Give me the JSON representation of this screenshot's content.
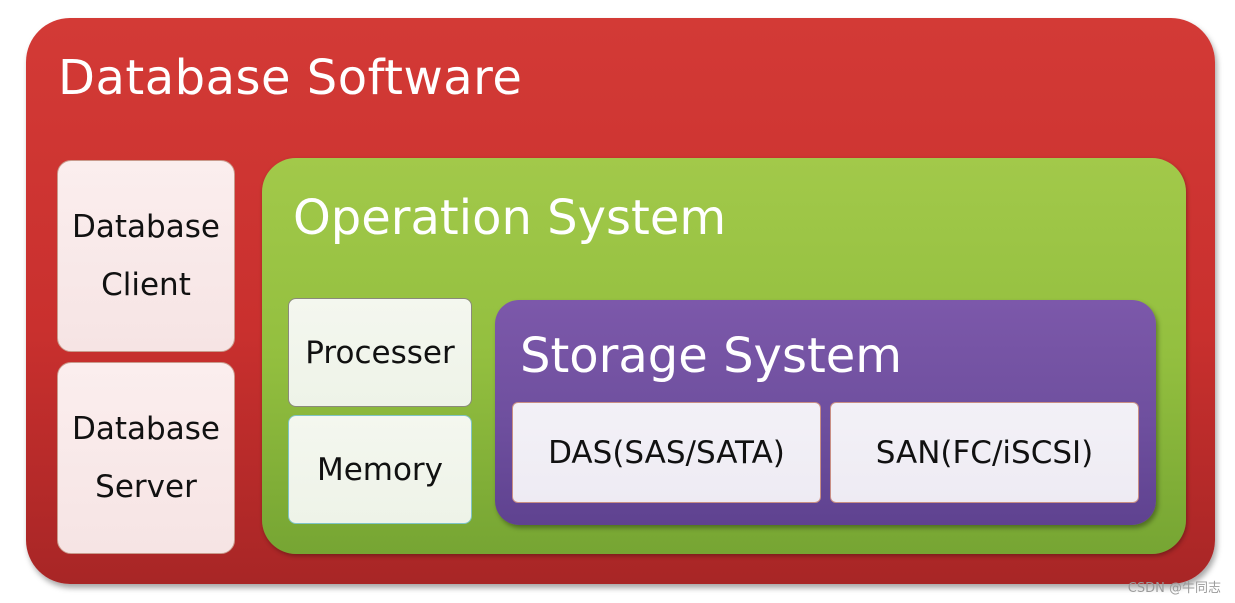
{
  "database_software": {
    "title": "Database Software",
    "client": [
      "Database",
      "Client"
    ],
    "server": [
      "Database",
      "Server"
    ]
  },
  "operation_system": {
    "title": "Operation System",
    "processer": "Processer",
    "memory": "Memory"
  },
  "storage_system": {
    "title": "Storage System",
    "das": "DAS(SAS/SATA)",
    "san": "SAN(FC/iSCSI)"
  },
  "watermark": "CSDN @牛同志",
  "colors": {
    "database_software": "#c9302e",
    "operation_system": "#93bf3f",
    "storage_system": "#6e4f9e"
  }
}
